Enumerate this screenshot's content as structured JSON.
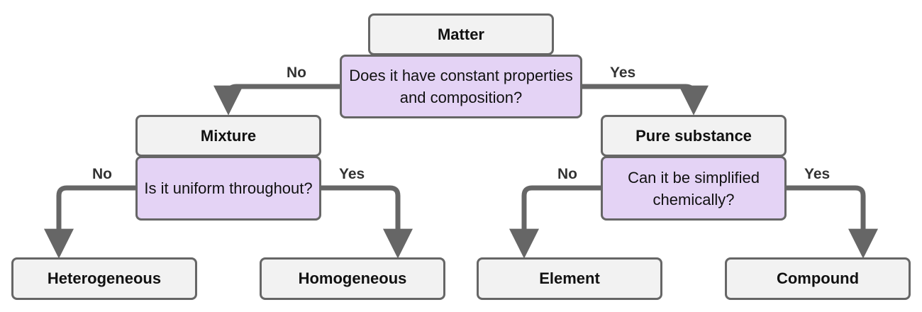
{
  "colors": {
    "border": "#666666",
    "category_fill": "#f2f2f2",
    "question_fill": "#e4d3f5",
    "arrow": "#666666"
  },
  "nodes": {
    "matter": "Matter",
    "q_constant": "Does it have constant properties and composition?",
    "mixture": "Mixture",
    "pure_substance": "Pure substance",
    "q_uniform": "Is it uniform throughout?",
    "q_simplified": "Can it be simplified chemically?",
    "heterogeneous": "Heterogeneous",
    "homogeneous": "Homogeneous",
    "element": "Element",
    "compound": "Compound"
  },
  "edges": {
    "constant_no": "No",
    "constant_yes": "Yes",
    "uniform_no": "No",
    "uniform_yes": "Yes",
    "simplified_no": "No",
    "simplified_yes": "Yes"
  }
}
